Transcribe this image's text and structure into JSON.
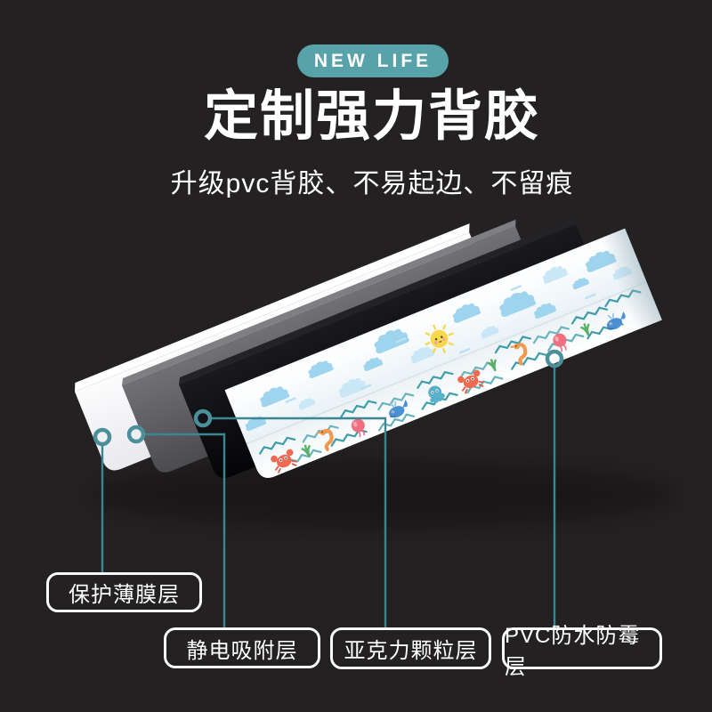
{
  "page": {
    "background_color": "#242122"
  },
  "badge": {
    "label": "NEW LIFE",
    "background_color": "#58a3a9",
    "text_color": "#ffffff"
  },
  "heading": {
    "title": "定制强力背胶",
    "subtitle": "升级pvc背胶、不易起边、不留痕",
    "text_color": "#ffffff"
  },
  "diagram": {
    "callout_color": "#3c8593",
    "ring_color": "#4b8f9b",
    "label_border_color": "#fcfcfc",
    "layers": [
      {
        "id": "protective-film",
        "label": "保护薄膜层",
        "color": "#f6f6f8"
      },
      {
        "id": "electrostatic-adsorption",
        "label": "静电吸附层",
        "color": "#626265"
      },
      {
        "id": "acrylic-particle",
        "label": "亚克力颗粒层",
        "color": "#0a0a0d"
      },
      {
        "id": "pvc-waterproof-mildewproof",
        "label": "PVC防水防霉层",
        "color": "#fbfdfe"
      }
    ],
    "pattern_icons": [
      "cloud-icon",
      "sun-icon",
      "crab-icon",
      "octopus-icon",
      "seahorse-icon",
      "balloon-icon",
      "whale-icon",
      "grass-icon",
      "wave-icon"
    ],
    "pattern_colors": {
      "cloud": "#9fd4ee",
      "cloud_light": "#c9e7f7",
      "wave": "#3f9dab",
      "sun": "#f6d84a",
      "crab": "#ee6a52",
      "octopus": "#58b0cd",
      "seahorse": "#f09a50",
      "balloon": "#ef6f80",
      "whale": "#4a90d2",
      "grass": "#58b166"
    }
  }
}
